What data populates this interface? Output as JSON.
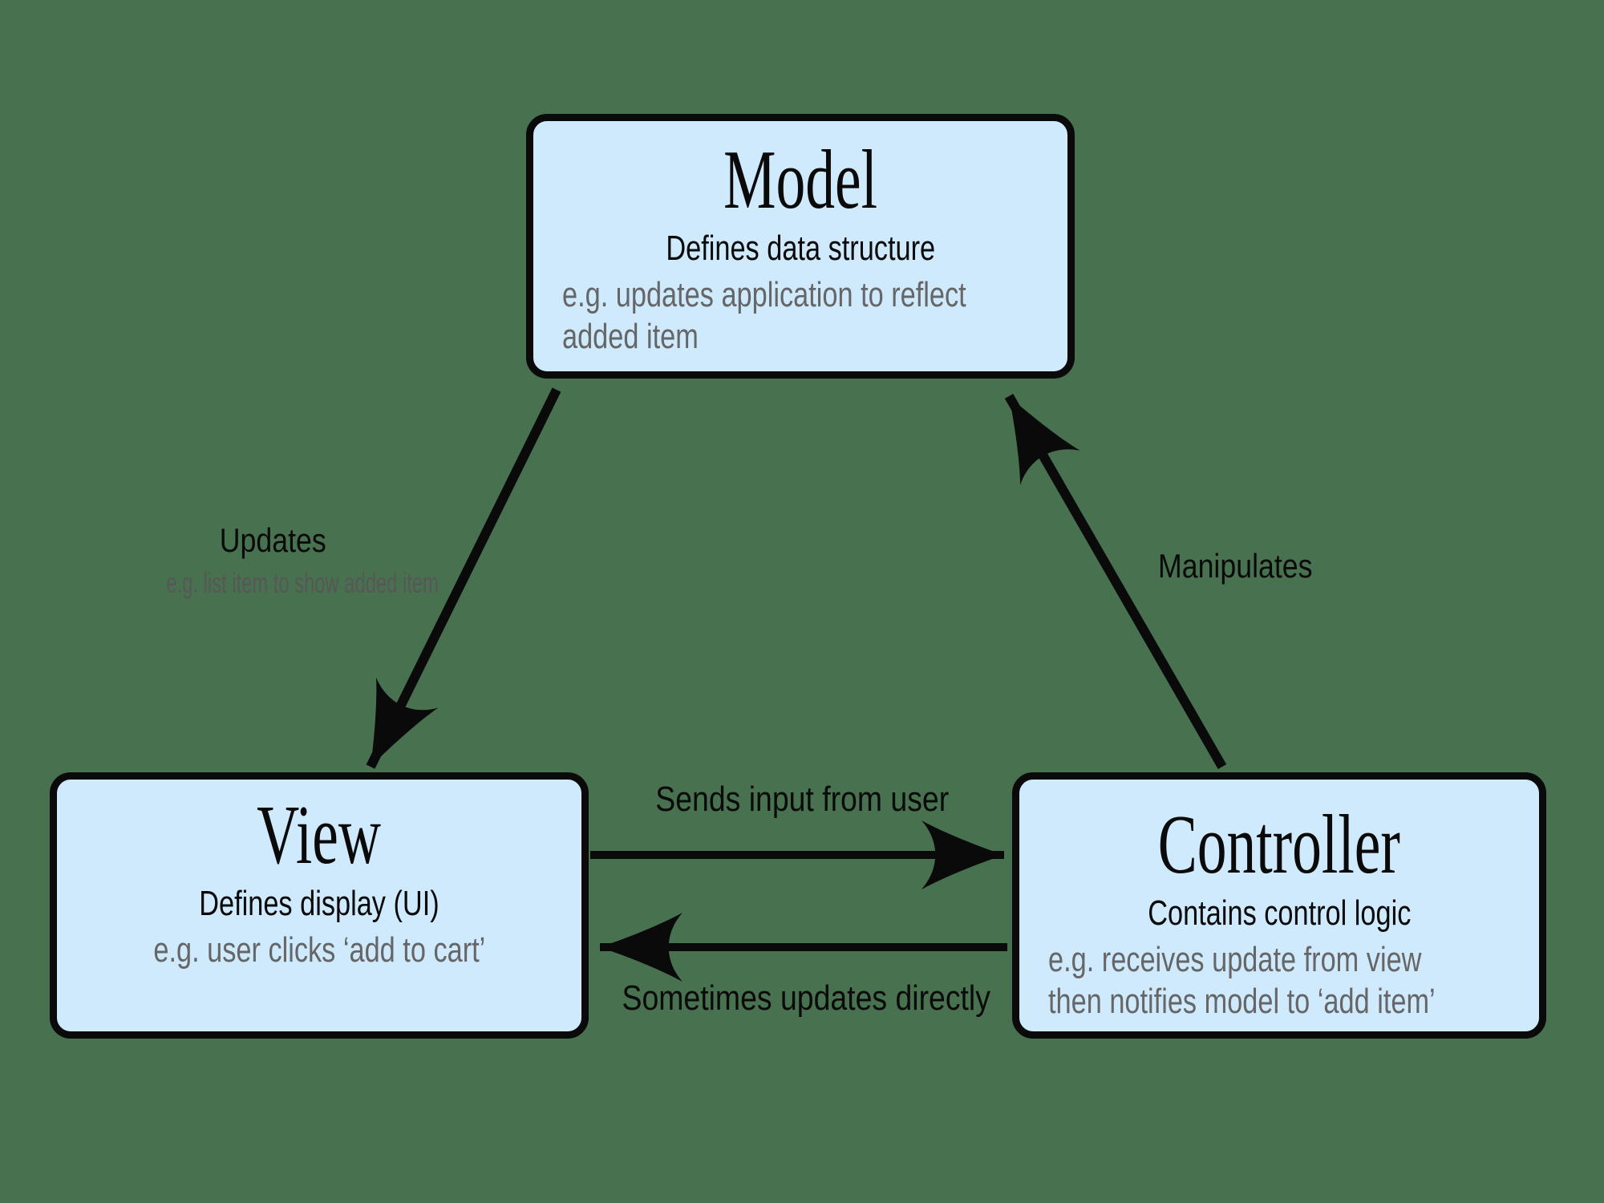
{
  "colors": {
    "background": "#48714f",
    "box_fill": "#cfeafd",
    "box_border": "#0a0a0a",
    "arrow": "#0a0a0a",
    "text": "#0a0a0a",
    "muted_text": "#666666",
    "sublabel_text": "#575757"
  },
  "boxes": {
    "model": {
      "title": "Model",
      "subtitle": "Defines data structure",
      "eg_line1": "e.g. updates application to reflect",
      "eg_line2": "added item"
    },
    "view": {
      "title": "View",
      "subtitle": "Defines display (UI)",
      "eg_line1": "e.g. user clicks ‘add to cart’"
    },
    "controller": {
      "title": "Controller",
      "subtitle": "Contains control logic",
      "eg_line1": "e.g. receives update from view",
      "eg_line2": "then notifies model to ‘add item’"
    }
  },
  "arrows": {
    "model_to_view": {
      "label": "Updates",
      "sublabel": "e.g. list item to show added item"
    },
    "controller_to_model": {
      "label": "Manipulates"
    },
    "view_to_controller": {
      "label": "Sends input from user"
    },
    "controller_to_view": {
      "label": "Sometimes updates directly"
    }
  }
}
